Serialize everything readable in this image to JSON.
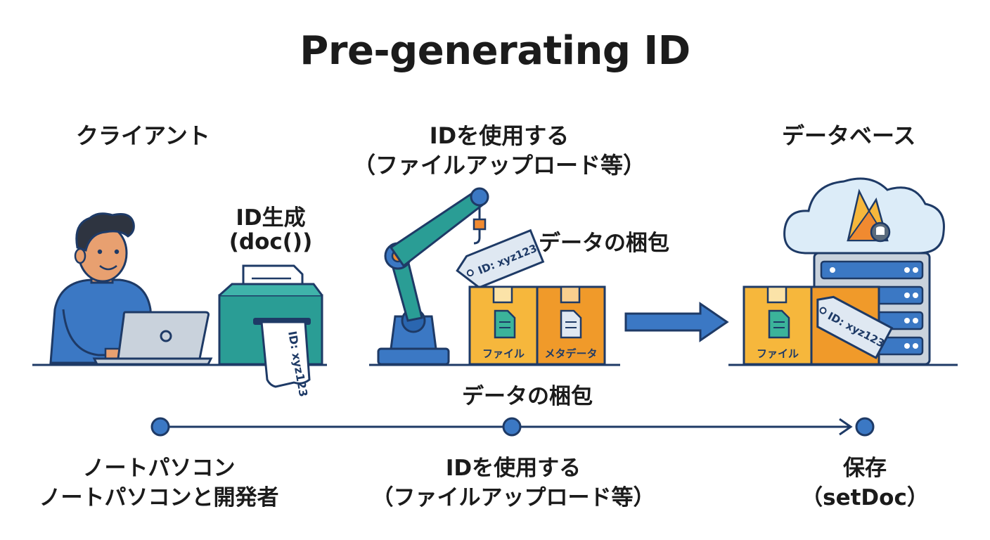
{
  "title": "Pre-generating ID",
  "sections": {
    "client": {
      "heading": "クライアント"
    },
    "use_id": {
      "heading_line1": "IDを使用する",
      "heading_line2": "（ファイルアップロード等）"
    },
    "database": {
      "heading": "データベース"
    }
  },
  "id_generation": {
    "label_line1": "ID生成",
    "label_line2": "(doc())"
  },
  "id_tag_text": "ID: xyz123",
  "packing": {
    "label_top": "データの梱包",
    "label_bottom": "データの梱包"
  },
  "boxes": {
    "file_label": "ファイル",
    "metadata_label": "メタデータ"
  },
  "timeline": {
    "steps": [
      {
        "line1": "ノートパソコン",
        "line2": "ノートパソコンと開発者"
      },
      {
        "line1": "IDを使用する",
        "line2": "（ファイルアップロード等）"
      },
      {
        "line1": "保存",
        "line2": "（setDoc）"
      }
    ]
  },
  "colors": {
    "navy": "#1e3a66",
    "blue": "#3b78c4",
    "teal": "#2a9d95",
    "box_yellow": "#f6b73c",
    "box_orange": "#f09a2a",
    "cloud": "#dcecf8"
  }
}
